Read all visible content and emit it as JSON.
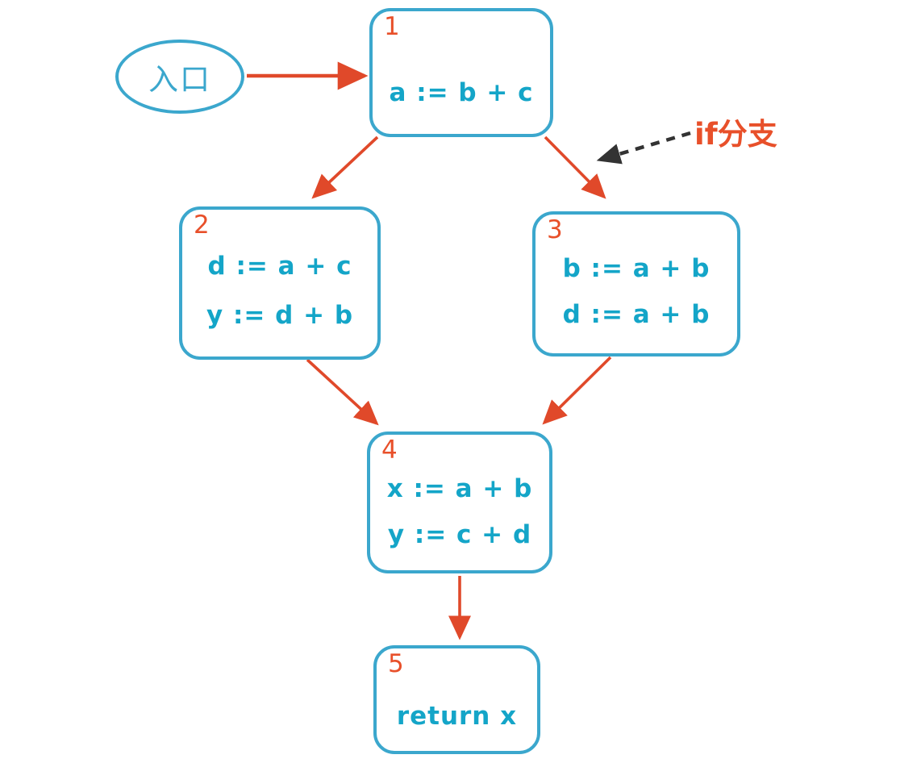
{
  "diagram": {
    "title_visible": false,
    "colors": {
      "node_border": "#3BA7CD",
      "node_text": "#14A5C8",
      "node_number": "#E8502A",
      "edge": "#E8502A",
      "annotation_text": "#E8502A",
      "annotation_arrow": "#333333",
      "background": "#FFFFFF"
    },
    "entry": {
      "label": "入口",
      "shape": "ellipse"
    },
    "nodes": [
      {
        "id": "1",
        "number": "1",
        "statements": [
          "a := b + c"
        ]
      },
      {
        "id": "2",
        "number": "2",
        "statements": [
          "d := a + c",
          "y := d + b"
        ]
      },
      {
        "id": "3",
        "number": "3",
        "statements": [
          "b := a + b",
          "d := a + b"
        ]
      },
      {
        "id": "4",
        "number": "4",
        "statements": [
          "x := a + b",
          "y := c + d"
        ]
      },
      {
        "id": "5",
        "number": "5",
        "statements": [
          "return x"
        ]
      }
    ],
    "edges": [
      {
        "from": "entry",
        "to": "1",
        "style": "solid"
      },
      {
        "from": "1",
        "to": "2",
        "style": "solid"
      },
      {
        "from": "1",
        "to": "3",
        "style": "solid"
      },
      {
        "from": "2",
        "to": "4",
        "style": "solid"
      },
      {
        "from": "3",
        "to": "4",
        "style": "solid"
      },
      {
        "from": "4",
        "to": "5",
        "style": "solid"
      }
    ],
    "annotations": [
      {
        "text": "if分支",
        "points_to_edge": "1->3",
        "arrow_style": "dashed"
      }
    ]
  }
}
